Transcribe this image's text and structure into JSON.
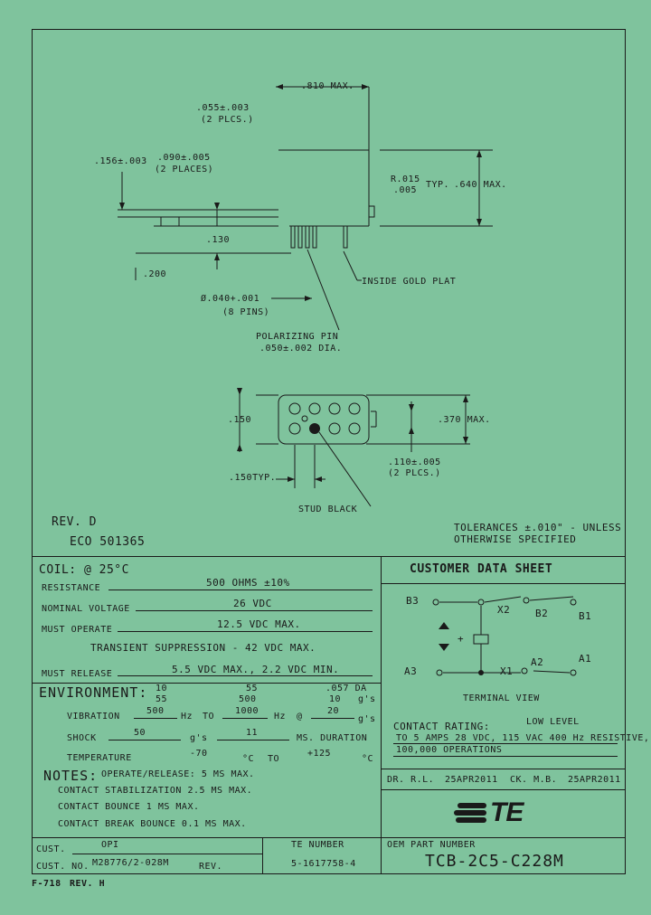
{
  "drawing": {
    "dim_810": ".810 MAX.",
    "dim_055": ".055±.003",
    "dim_055_places": "(2 PLCS.)",
    "dim_156": ".156±.003",
    "dim_090": ".090±.005",
    "dim_090_places": "(2 PLACES)",
    "dim_r015": "R.015",
    "dim_r005": ".005",
    "dim_typ": "TYP.",
    "dim_640": ".640 MAX.",
    "dim_130": ".130",
    "dim_200": ".200",
    "note_gold": "INSIDE GOLD PLAT",
    "dim_pin": "Ø.040+.001",
    "dim_pin_count": "(8 PINS)",
    "polarizing_1": "POLARIZING PIN",
    "polarizing_2": ".050±.002 DIA.",
    "dim_150": ".150",
    "dim_370": ".370 MAX.",
    "dim_150typ": ".150TYP.",
    "dim_110": ".110±.005",
    "dim_110_places": "(2 PLCS.)",
    "stud_black": "STUD BLACK",
    "rev_label": "REV. D",
    "eco": "ECO 501365",
    "tolerances_1": "TOLERANCES ±.010\" - UNLESS",
    "tolerances_2": "OTHERWISE SPECIFIED"
  },
  "coil": {
    "header": "COIL: @ 25°C",
    "resistance_label": "RESISTANCE",
    "resistance_value": "500 OHMS ±10%",
    "nominal_label": "NOMINAL VOLTAGE",
    "nominal_value": "26 VDC",
    "must_operate_label": "MUST OPERATE",
    "must_operate_value": "12.5 VDC MAX.",
    "transient": "TRANSIENT SUPPRESSION - 42 VDC MAX.",
    "must_release_label": "MUST RELEASE",
    "must_release_value": "5.5 VDC MAX., 2.2 VDC MIN."
  },
  "environment": {
    "header": "ENVIRONMENT:",
    "vib_top1": "10",
    "vib_top2": "55",
    "vib_top3": "55",
    "vib_top4": "500",
    "vib_top5": ".057 DA",
    "vib_top6": "10",
    "vib_top7": "g's",
    "vibration_label": "VIBRATION",
    "vib_from": "500",
    "vib_hz1": "Hz",
    "vib_to_word": "TO",
    "vib_to": "1000",
    "vib_hz2": "Hz",
    "vib_at": "@",
    "vib_g": "20",
    "vib_gs": "g's",
    "shock_label": "SHOCK",
    "shock_value": "50",
    "shock_gs": "g's",
    "shock_ms": "11",
    "shock_duration": "MS. DURATION",
    "temperature_label": "TEMPERATURE",
    "temp_low": "-70",
    "temp_c1": "°C",
    "temp_to": "TO",
    "temp_high": "+125",
    "temp_c2": "°C"
  },
  "notes": {
    "header": "NOTES:",
    "n1": "OPERATE/RELEASE: 5 MS MAX.",
    "n2": "CONTACT STABILIZATION 2.5 MS MAX.",
    "n3": "CONTACT BOUNCE 1 MS MAX.",
    "n4": "CONTACT BREAK BOUNCE 0.1 MS MAX."
  },
  "customer": {
    "title": "CUSTOMER DATA SHEET",
    "terminal_view": "TERMINAL VIEW",
    "b3": "B3",
    "x2": "X2",
    "b2": "B2",
    "b1": "B1",
    "a3": "A3",
    "x1": "X1",
    "a2": "A2",
    "a1": "A1",
    "plus": "+",
    "contact_rating_label": "CONTACT RATING:",
    "contact_rating_value": "LOW LEVEL",
    "contact_1": "TO 5 AMPS 28 VDC, 115 VAC 400 Hz RESISTIVE,",
    "contact_2": "100,000 OPERATIONS",
    "dr": "DR. R.L.",
    "dr_date": "25APR2011",
    "ck": "CK. M.B.",
    "ck_date": "25APR2011"
  },
  "bottom": {
    "cust_label": "CUST.",
    "cust_value": "OPI",
    "cust_no_label": "CUST. NO.",
    "cust_no_value": "M28776/2-028M",
    "rev_label": "REV.",
    "te_number_label": "TE NUMBER",
    "te_number_value": "5-1617758-4",
    "part_label": "OEM PART NUMBER",
    "part_value": "TCB-2C5-C228M",
    "form": "F-718",
    "form_rev": "REV. H"
  },
  "logo": {
    "text": "TE"
  }
}
